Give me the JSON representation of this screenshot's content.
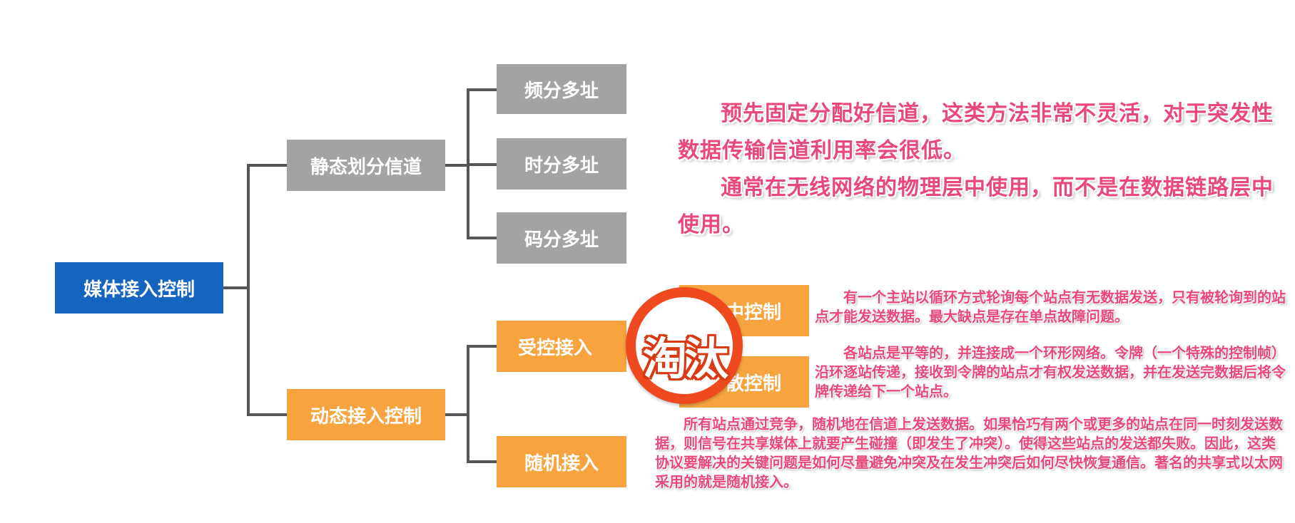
{
  "root": {
    "label": "媒体接入控制"
  },
  "branches": {
    "static": {
      "label": "静态划分信道",
      "children": [
        "频分多址",
        "时分多址",
        "码分多址"
      ]
    },
    "dynamic": {
      "label": "动态接入控制",
      "controlled": {
        "label": "受控接入",
        "children": [
          "集中控制",
          "分散控制"
        ]
      },
      "random": {
        "label": "随机接入"
      }
    }
  },
  "stamp": {
    "text": "淘汰"
  },
  "notes": {
    "static_p1": "预先固定分配好信道，这类方法非常不灵活，对于突发性数据传输信道利用率会很低。",
    "static_p2": "通常在无线网络的物理层中使用，而不是在数据链路层中使用。",
    "centralized": "有一个主站以循环方式轮询每个站点有无数据发送，只有被轮询到的站点才能发送数据。最大缺点是存在单点故障问题。",
    "distributed": "各站点是平等的，并连接成一个环形网络。令牌（一个特殊的控制帧）沿环逐站传递，接收到令牌的站点才有权发送数据，并在发送完数据后将令牌传递给下一个站点。",
    "random": "所有站点通过竞争，随机地在信道上发送数据。如果恰巧有两个或更多的站点在同一时刻发送数据，则信号在共享媒体上就要产生碰撞（即发生了冲突）。使得这些站点的发送都失败。因此，这类协议要解决的关键问题是如何尽量避免冲突及在发生冲突后如何尽快恢复通信。著名的共享式以太网采用的就是随机接入。"
  },
  "colors": {
    "root": "#1565c0",
    "static_nodes": "#a3a3a3",
    "dynamic_nodes": "#f7a440",
    "note_text": "#e8487a",
    "stamp": "#ef4a1f"
  }
}
